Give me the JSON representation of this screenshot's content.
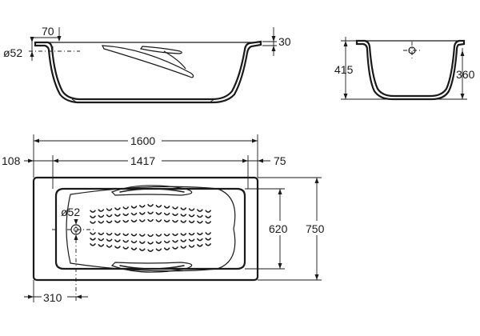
{
  "labels": {
    "side_pipe_diameter": "ø52",
    "side_offset": "70",
    "side_rim_thickness": "30",
    "end_total_height": "415",
    "end_inner_height": "360",
    "plan_total_length": "1600",
    "plan_left_margin": "108",
    "plan_inner_length": "1417",
    "plan_right_margin": "75",
    "plan_inner_width": "620",
    "plan_total_width": "750",
    "plan_drain_diameter": "ø52",
    "plan_drain_offset": "310"
  }
}
